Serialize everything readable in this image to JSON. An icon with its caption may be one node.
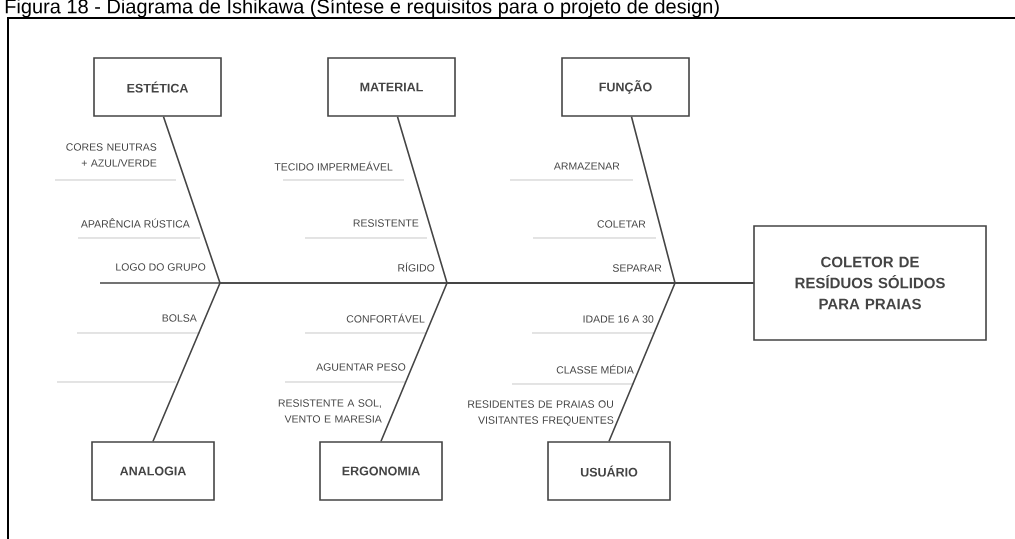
{
  "diagram": {
    "title": "Figura 18 - Diagrama de Ishikawa (Síntese e requisitos para o projeto de design)",
    "nodes": [
      {
        "text": [
          "ESTÉTICA"
        ]
      },
      {
        "text": [
          "MATERIAL"
        ]
      },
      {
        "text": [
          "FUNÇÃO"
        ]
      },
      {
        "text": [
          "ANALOGIA"
        ]
      },
      {
        "text": [
          "ERGONOMIA"
        ]
      },
      {
        "text": [
          "USUÁRIO"
        ]
      },
      {
        "text": [
          "COLETOR DE RESÍDUOS SÓLIDOS PARA PRAIAS"
        ]
      }
    ],
    "edges": [
      {
        "from": 0,
        "to": 6,
        "arrow": "none"
      },
      {
        "from": 1,
        "to": 6,
        "arrow": "none"
      },
      {
        "from": 2,
        "to": 6,
        "arrow": "none"
      },
      {
        "from": 3,
        "to": 6,
        "arrow": "none"
      },
      {
        "from": 4,
        "to": 6,
        "arrow": "none"
      },
      {
        "from": 5,
        "to": 6,
        "arrow": "none"
      }
    ],
    "labels": [
      "CORES NEUTRAS + AZUL/VERDE",
      "APARÊNCIA RÚSTICA",
      "LOGO DO GRUPO",
      "TECIDO IMPERMEÁVEL",
      "RESISTENTE",
      "RÍGIDO",
      "ARMAZENAR",
      "COLETAR",
      "SEPARAR",
      "BOLSA",
      "CONFORTÁVEL",
      "AGUENTAR PESO",
      "RESISTENTE A SOL, VENTO E MARESIA",
      "IDADE 16 A 30",
      "CLASSE MÉDIA",
      "RESIDENTES DE PRAIAS OU VISITANTES FREQUENTES"
    ]
  }
}
